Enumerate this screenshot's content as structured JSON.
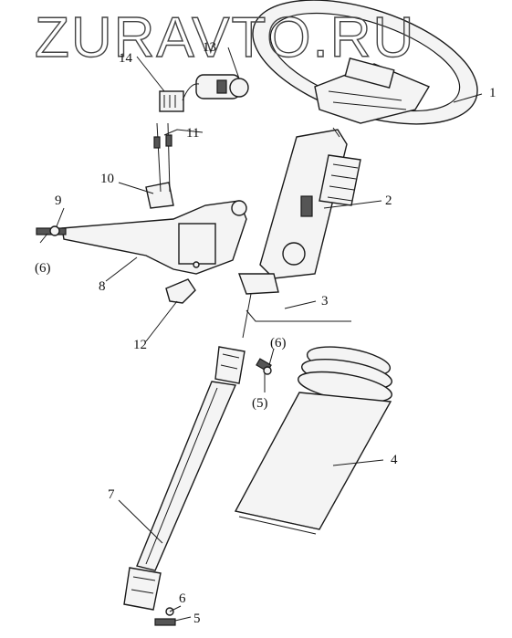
{
  "watermark": "ZURAVTO.RU",
  "callouts": {
    "c1": "1",
    "c2": "2",
    "c3": "3",
    "c4": "4",
    "c5_mid": "(5)",
    "c5_bottom": "5",
    "c6_left": "(6)",
    "c6_mid": "(6)",
    "c6_bottom": "6",
    "c7": "7",
    "c8": "8",
    "c9": "9",
    "c10": "10",
    "c11": "11",
    "c12": "12",
    "c13": "13",
    "c14": "14"
  }
}
